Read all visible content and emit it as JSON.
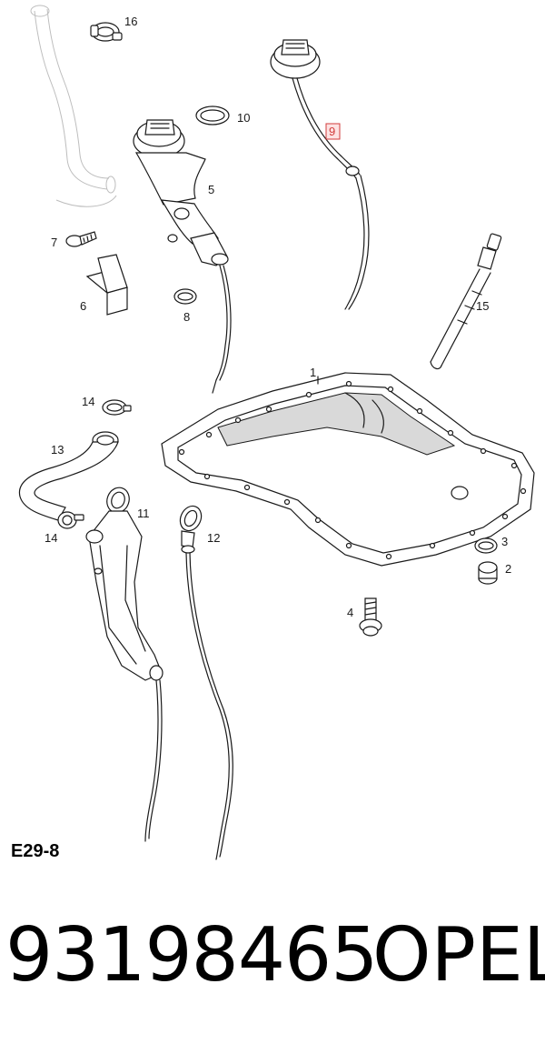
{
  "diagram": {
    "code": "E29-8",
    "callouts": [
      {
        "id": "c1",
        "label": "1",
        "highlight": false
      },
      {
        "id": "c2",
        "label": "2",
        "highlight": false
      },
      {
        "id": "c3",
        "label": "3",
        "highlight": false
      },
      {
        "id": "c4",
        "label": "4",
        "highlight": false
      },
      {
        "id": "c5",
        "label": "5",
        "highlight": false
      },
      {
        "id": "c6",
        "label": "6",
        "highlight": false
      },
      {
        "id": "c7",
        "label": "7",
        "highlight": false
      },
      {
        "id": "c8",
        "label": "8",
        "highlight": false
      },
      {
        "id": "c9",
        "label": "9",
        "highlight": true
      },
      {
        "id": "c10",
        "label": "10",
        "highlight": false
      },
      {
        "id": "c11",
        "label": "11",
        "highlight": false
      },
      {
        "id": "c12",
        "label": "12",
        "highlight": false
      },
      {
        "id": "c13",
        "label": "13",
        "highlight": false
      },
      {
        "id": "c14a",
        "label": "14",
        "highlight": false
      },
      {
        "id": "c14b",
        "label": "14",
        "highlight": false
      },
      {
        "id": "c15",
        "label": "15",
        "highlight": false
      },
      {
        "id": "c16",
        "label": "16",
        "highlight": false
      }
    ],
    "highlight_color": "#d23c3c"
  },
  "footer": {
    "part_number": "93198465",
    "brand": "OPEL"
  }
}
